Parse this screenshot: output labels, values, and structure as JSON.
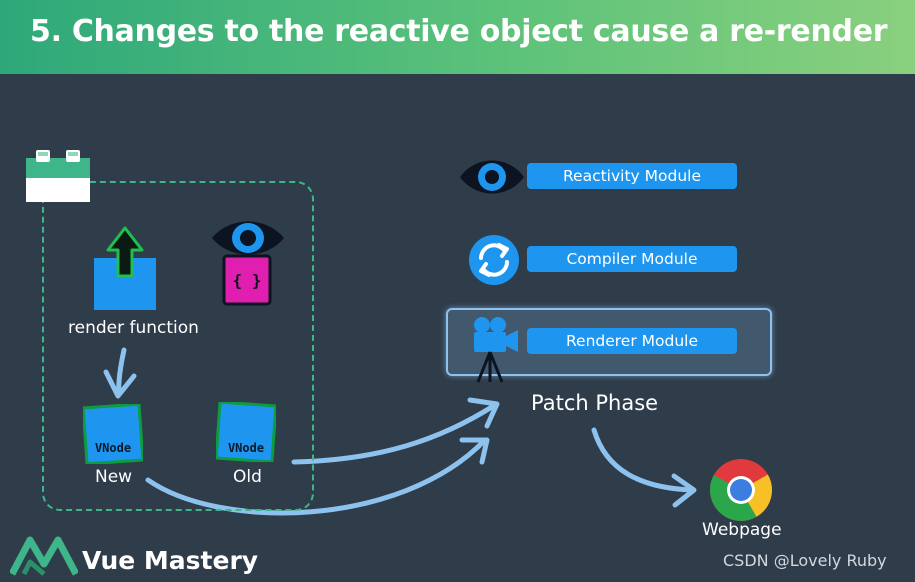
{
  "banner": {
    "title": "5. Changes to the reactive object cause a re-render"
  },
  "component": {
    "render_function_label": "render function",
    "watcher_glyph": "{ }",
    "vnode_text": "VNode",
    "new_label": "New",
    "old_label": "Old"
  },
  "modules": {
    "reactivity_label": "Reactivity Module",
    "compiler_label": "Compiler Module",
    "renderer_label": "Renderer Module",
    "patch_phase_label": "Patch Phase"
  },
  "output": {
    "webpage_label": "Webpage"
  },
  "brand": {
    "name": "Vue Mastery"
  },
  "watermark": "CSDN @Lovely Ruby",
  "colors": {
    "banner_start": "#2ea87a",
    "banner_end": "#8ad07e",
    "background": "#2f3c4a",
    "module_blue": "#1e96f0",
    "vnode_blue": "#1e96f0",
    "watcher_magenta": "#e01fb0",
    "dashed_green": "#3fb68a",
    "arrow_blue": "#8ec2ee"
  },
  "icons": [
    "lego-block-icon",
    "render-function-icon",
    "eye-icon",
    "vnode-icon",
    "sync-icon",
    "movie-camera-icon",
    "chrome-icon",
    "vue-logo-icon"
  ]
}
